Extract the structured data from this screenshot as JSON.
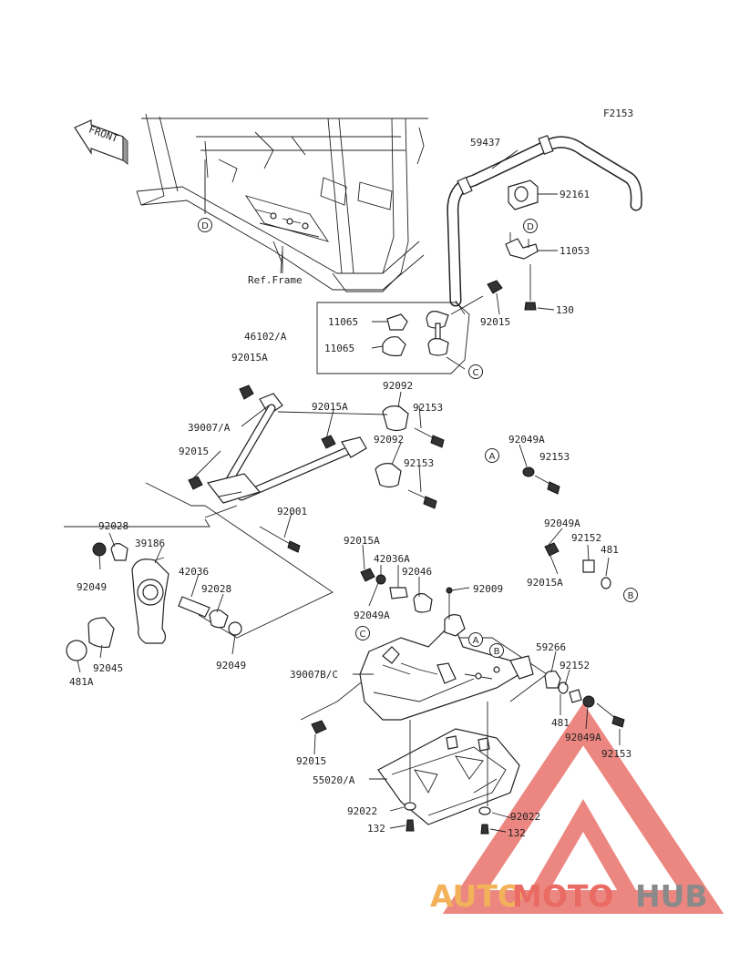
{
  "diagram": {
    "ref_code": "F2153",
    "front_label": "FRONT",
    "ref_frame": "Ref.Frame",
    "callouts": [
      "A",
      "B",
      "C",
      "D"
    ],
    "parts": {
      "p59437": "59437",
      "p92161": "92161",
      "p11053": "11053",
      "p130": "130",
      "p92015_top": "92015",
      "p46102A": "46102/A",
      "p92015A_top": "92015A",
      "p11065_a": "11065",
      "p11065_b": "11065",
      "p92092_a": "92092",
      "p92092_b": "92092",
      "p92015A_mid": "92015A",
      "p92153_a": "92153",
      "p92153_b": "92153",
      "p39007A": "39007/A",
      "p92015_mid": "92015",
      "p92049A_a": "92049A",
      "p92153_c": "92153",
      "p92001": "92001",
      "p92049A_b": "92049A",
      "p92028_a": "92028",
      "p39186": "39186",
      "p92049_a": "92049",
      "p42036": "42036",
      "p92028_b": "92028",
      "p92045": "92045",
      "p481A": "481A",
      "p92049_b": "92049",
      "p92015A_low": "92015A",
      "p42036A": "42036A",
      "p92046": "92046",
      "p92049A_c": "92049A",
      "p92009": "92009",
      "p92152_a": "92152",
      "p481_a": "481",
      "p92015A_right": "92015A",
      "p59266": "59266",
      "p92152_b": "92152",
      "p481_b": "481",
      "p92049A_d": "92049A",
      "p92153_d": "92153",
      "p39007BC": "39007B/C",
      "p92015_low": "92015",
      "p55020A": "55020/A",
      "p92022_a": "92022",
      "p132_a": "132",
      "p92022_b": "92022",
      "p132_b": "132"
    }
  },
  "watermark": {
    "part1": "AUTO",
    "part2": "MOTO",
    "part3": "HUB",
    "color1": "#f3b15a",
    "color2": "#e96b63",
    "color3": "#8a8a8a",
    "triangle_color": "#e8736b"
  }
}
